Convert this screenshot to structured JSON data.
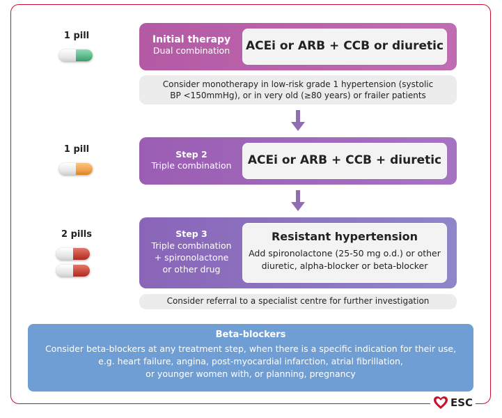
{
  "steps": [
    {
      "pill_label": "1 pill",
      "title": "Initial therapy",
      "subtitle": "Dual combination",
      "box_text": "ACEi or ARB + CCB or diuretic",
      "note": [
        "Consider monotherapy in low-risk grade 1 hypertension (systolic",
        "BP <150mmHg), or in very old (≥80 years) or frailer patients"
      ]
    },
    {
      "pill_label": "1 pill",
      "title": "Step 2",
      "subtitle": "Triple combination",
      "box_text": "ACEi or ARB + CCB + diuretic"
    },
    {
      "pill_label": "2 pills",
      "title": "Step 3",
      "subtitle_lines": [
        "Triple combination",
        "+ spironolactone",
        "or other drug"
      ],
      "box_title": "Resistant hypertension",
      "box_lines": [
        "Add spironolactone (25-50 mg o.d.) or other",
        "diuretic, alpha-blocker or beta-blocker"
      ],
      "note": "Consider referral to a specialist centre for further investigation"
    }
  ],
  "beta_blockers": {
    "title": "Beta-blockers",
    "lines": [
      "Consider beta-blockers at any treatment step, when there is a specific indication for their use,",
      "e.g. heart failure, angina, post-myocardial infarction, atrial fibrillation,",
      "or younger women with, or planning, pregnancy"
    ]
  },
  "logo": {
    "text": "ESC"
  },
  "colors": {
    "frame": "#c8102e",
    "step1": "#b35ea8",
    "step2": "#9a65b8",
    "step3": "#8a77c2",
    "pill_green": "#5cb88a",
    "pill_orange": "#f0a14a",
    "pill_red": "#c9463a",
    "beta": "#6f9ed4",
    "arrow": "#8f6db0"
  }
}
